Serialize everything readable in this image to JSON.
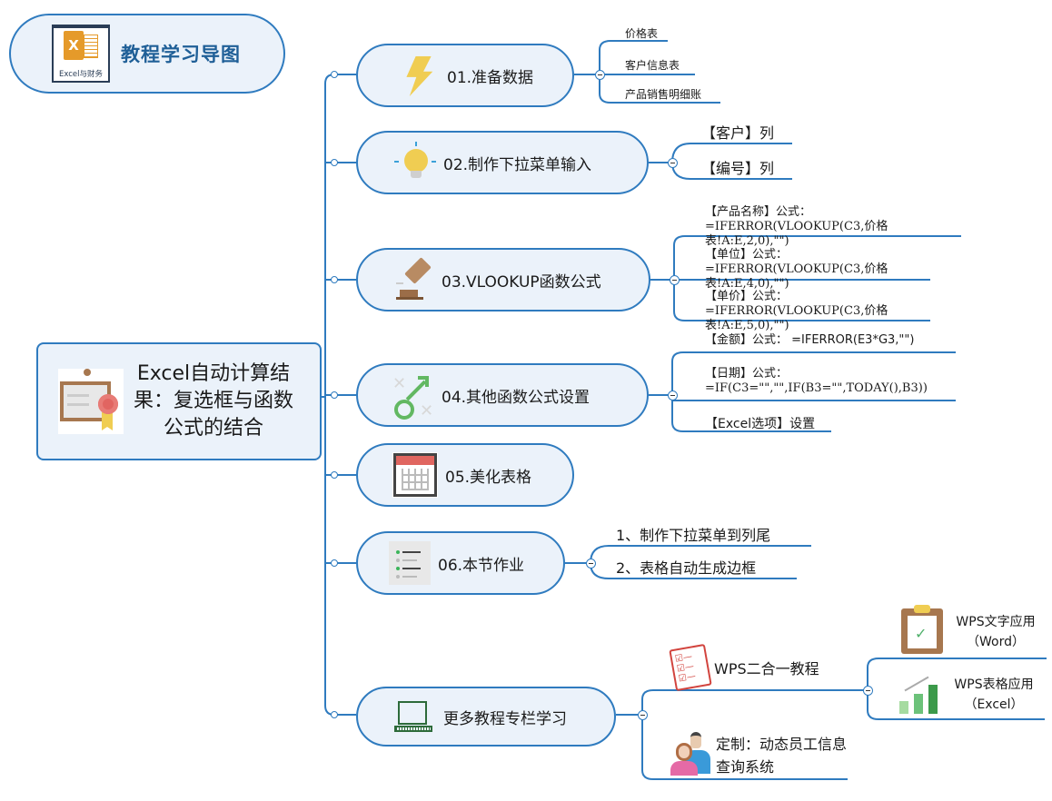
{
  "title_node": {
    "text": "教程学习导图",
    "logo_caption": "Excel与财务",
    "logo_letter": "X"
  },
  "root": {
    "text": "Excel自动计算结果：复选框与函数公式的结合",
    "icon": "certificate-icon"
  },
  "colors": {
    "line": "#2f7bbf",
    "node_fill": "#ebf2fa",
    "title_text": "#1f5f97"
  },
  "branches": [
    {
      "label": "01.准备数据",
      "icon": "lightning-icon",
      "children": [
        "价格表",
        "客户信息表",
        "产品销售明细账"
      ]
    },
    {
      "label": "02.制作下拉菜单输入",
      "icon": "lightbulb-icon",
      "children": [
        "【客户】列",
        "【编号】列"
      ]
    },
    {
      "label": "03.VLOOKUP函数公式",
      "icon": "gavel-icon",
      "children": [
        "【产品名称】公式：=IFERROR(VLOOKUP(C3,价格表!A:E,2,0),\"\")",
        "【单位】公式：=IFERROR(VLOOKUP(C3,价格表!A:E,4,0),\"\")",
        "【单价】公式：=IFERROR(VLOOKUP(C3,价格表!A:E,5,0),\"\")"
      ]
    },
    {
      "label": "04.其他函数公式设置",
      "icon": "strategy-icon",
      "children": [
        "【金额】公式： =IFERROR(E3*G3,\"\")",
        "【日期】公式：=IF(C3=\"\",\"\",IF(B3=\"\",TODAY(),B3))",
        "【Excel选项】设置"
      ]
    },
    {
      "label": "05.美化表格",
      "icon": "calendar-table-icon",
      "children": []
    },
    {
      "label": "06.本节作业",
      "icon": "checklist-icon",
      "children": [
        "1、制作下拉菜单到列尾",
        "2、表格自动生成边框"
      ]
    },
    {
      "label": "更多教程专栏学习",
      "icon": "laptop-icon",
      "children": [
        {
          "label": "WPS二合一教程",
          "icon": "checklist-paper-icon",
          "children": [
            {
              "label": "WPS文字应用（Word）",
              "icon": "clipboard-check-icon"
            },
            {
              "label": "WPS表格应用（Excel）",
              "icon": "bar-chart-icon"
            }
          ]
        },
        {
          "label": "定制：动态员工信息查询系统",
          "icon": "users-icon"
        }
      ]
    }
  ]
}
